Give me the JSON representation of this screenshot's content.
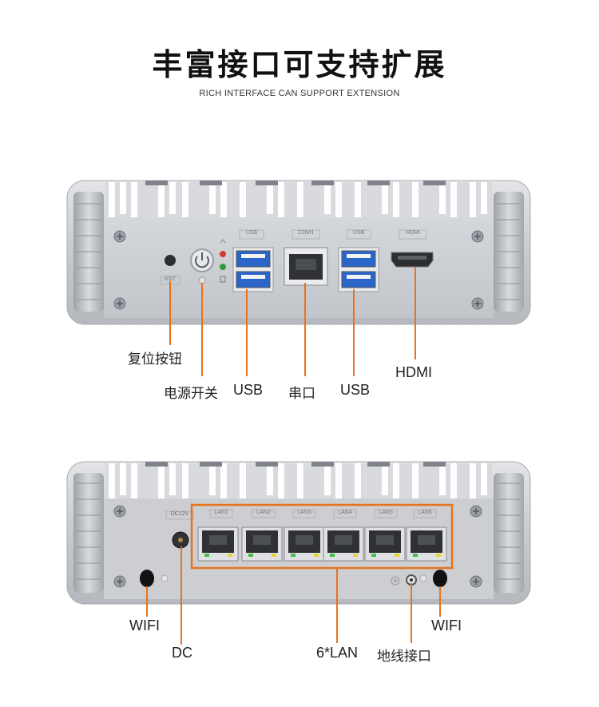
{
  "header": {
    "title": "丰富接口可支持扩展",
    "subtitle": "RICH INTERFACE CAN SUPPORT EXTENSION"
  },
  "front_panel": {
    "port_labels": {
      "usb_left": "USB",
      "com": "COM1",
      "usb_right": "USB",
      "hdmi": "HDMI",
      "rst": "RST"
    },
    "callouts": {
      "reset": "复位按钮",
      "power": "电源开关",
      "usb_left": "USB",
      "serial": "串口",
      "usb_right": "USB",
      "hdmi": "HDMI"
    }
  },
  "rear_panel": {
    "port_labels": {
      "dc": "DC12V",
      "lan": [
        "LAN1",
        "LAN2",
        "LAN3",
        "LAN4",
        "LAN5",
        "LAN6"
      ]
    },
    "callouts": {
      "wifi_left": "WIFI",
      "dc": "DC",
      "lan": "6*LAN",
      "ground": "地线接口",
      "wifi_right": "WIFI"
    }
  },
  "colors": {
    "accent": "#e8731e",
    "usb_blue": "#2a66c9",
    "chassis": "#c9ccd1"
  }
}
